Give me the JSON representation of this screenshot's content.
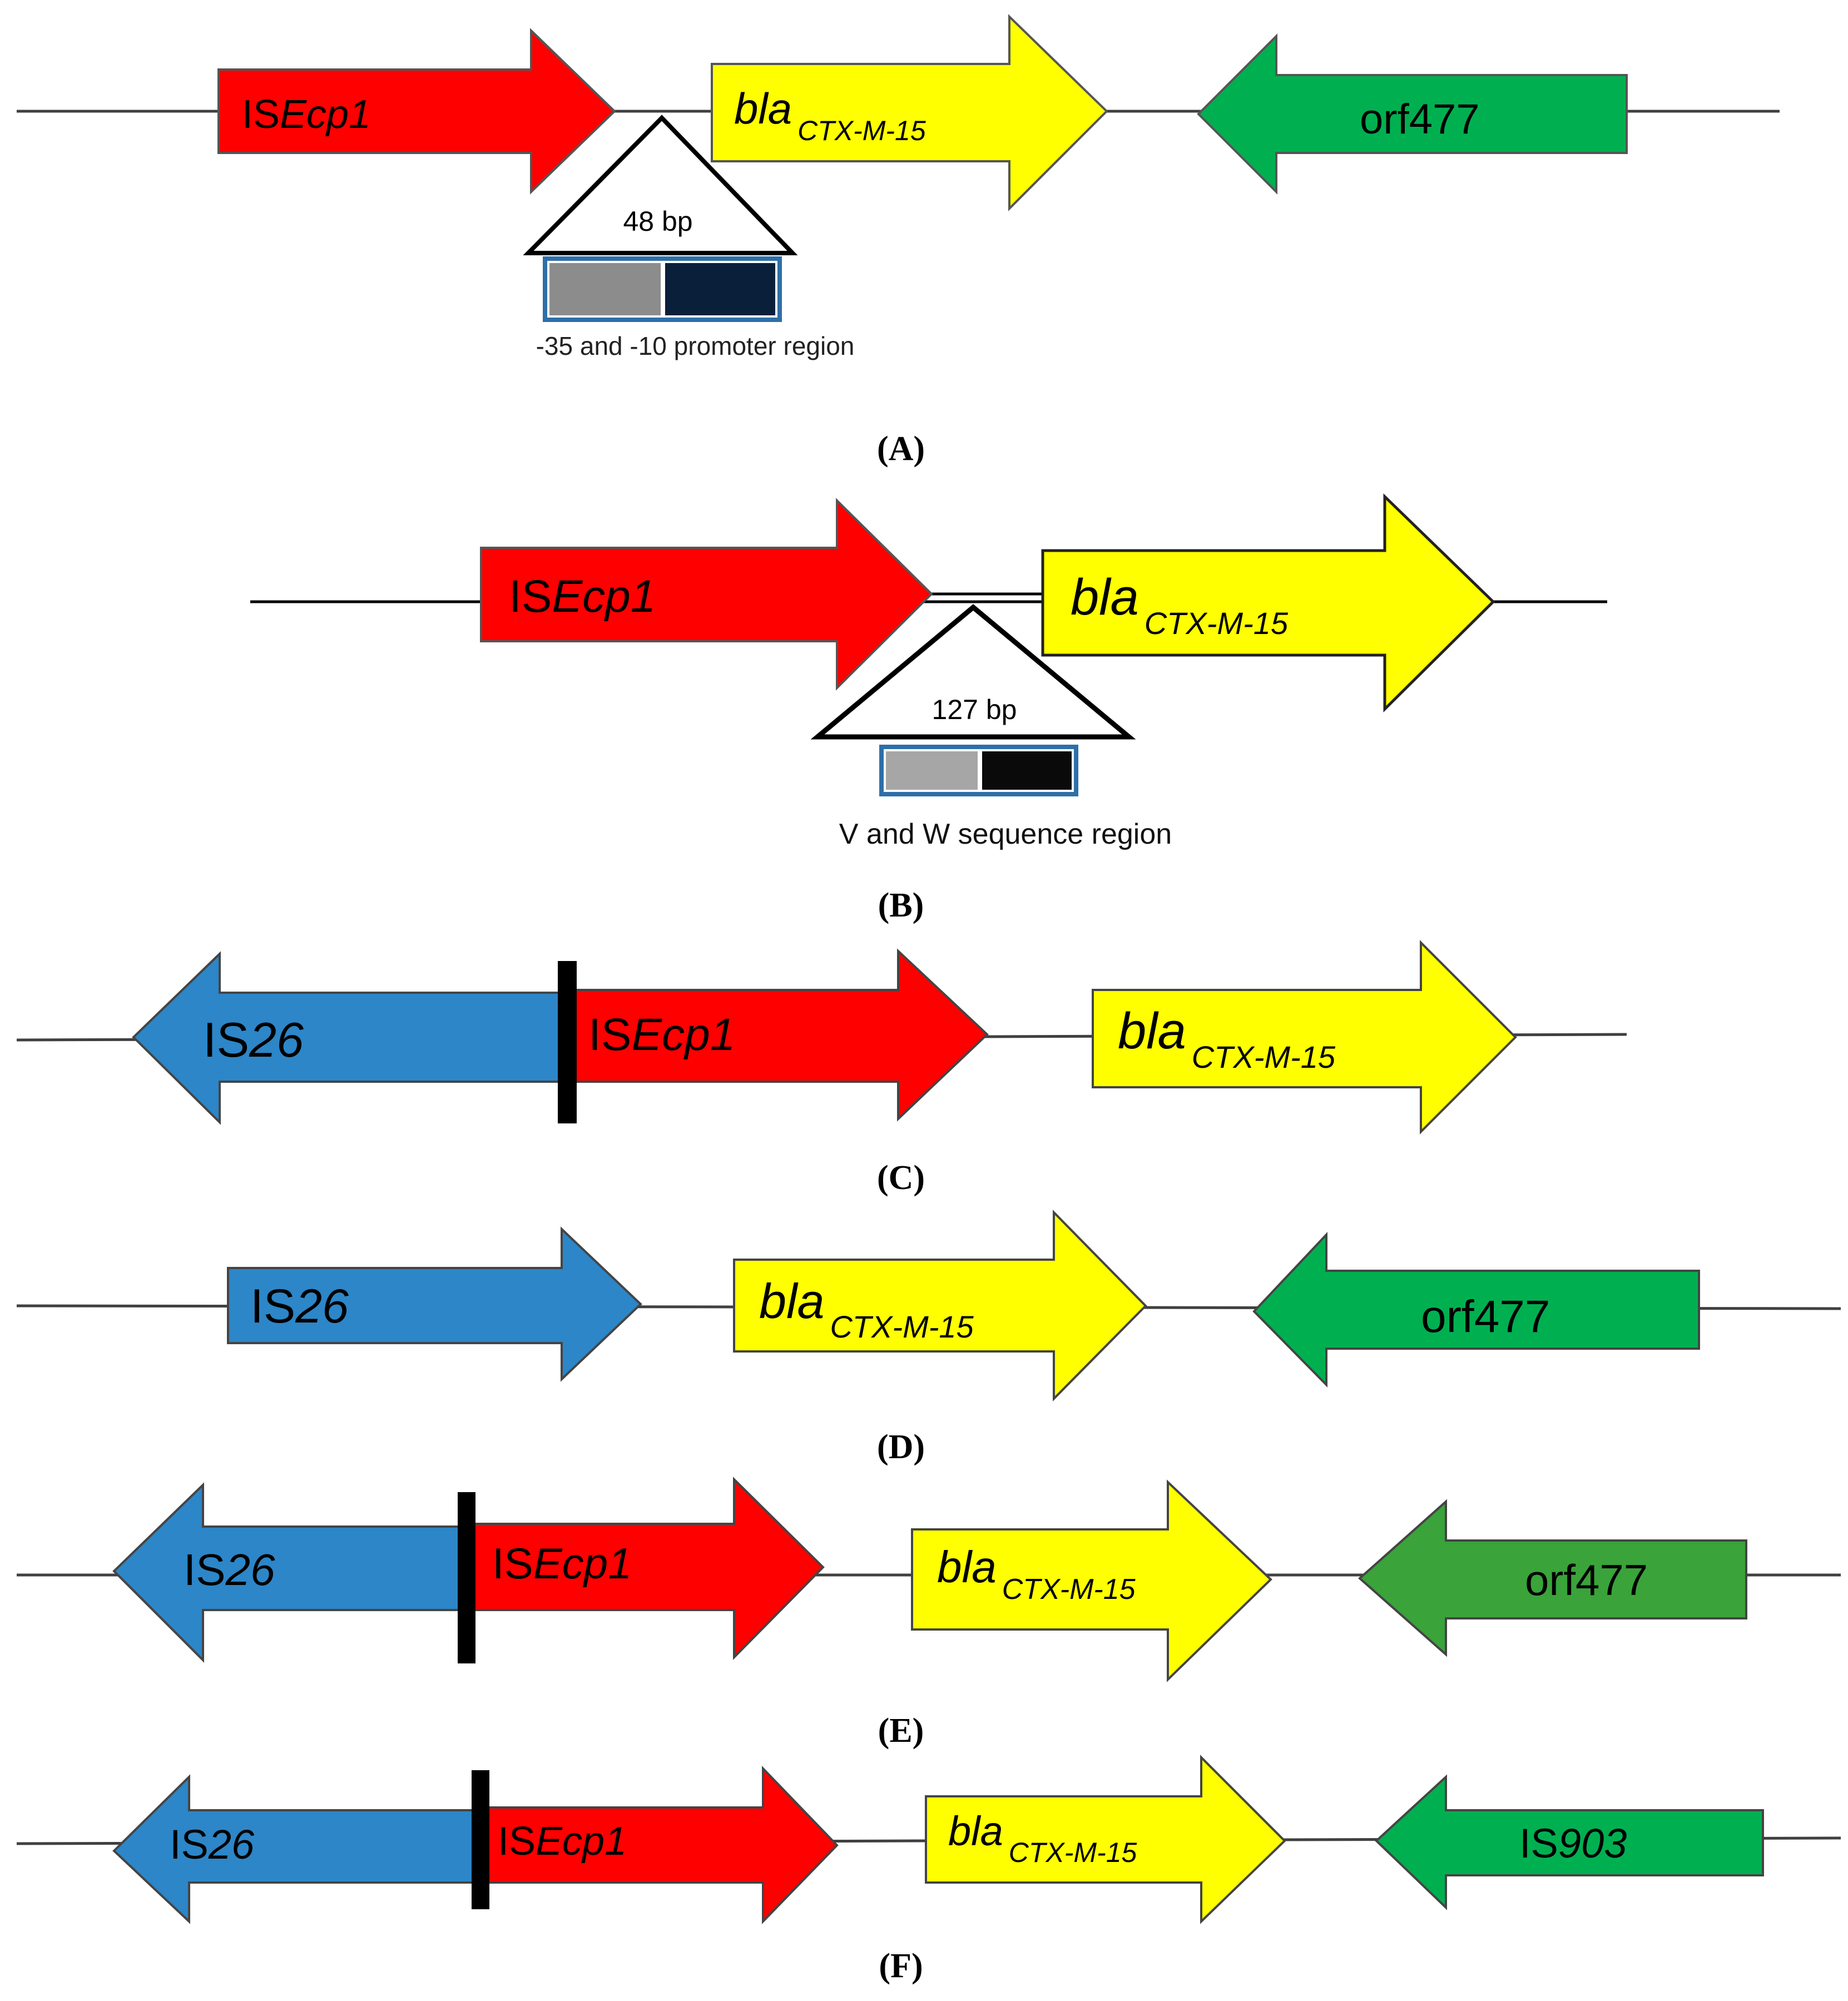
{
  "colors": {
    "isecp1": "#ff0000",
    "bla": "#ffff00",
    "orf477": "#00b050",
    "orf477_dark": "#3aa33a",
    "is26": "#2c86c8",
    "backbone": "#404040",
    "junction": "#000000",
    "promoter_gray": "#8c8c8c",
    "promoter_dark": "#0a1f3a",
    "promoter_border": "#2e6fa8"
  },
  "genes": {
    "isecp1_prefix": "IS",
    "isecp1_suffix": "Ecp1",
    "bla_base": "bla",
    "bla_sub": "CTX-M-15",
    "orf477": "orf477",
    "is26_prefix": "IS",
    "is26_suffix": "26",
    "is903_prefix": "IS",
    "is903_suffix": "903"
  },
  "panelA": {
    "caption_open": "(",
    "caption_letter": "A",
    "caption_close": ")",
    "insert_size": "48 bp",
    "insert_note": "-35 and -10 promoter region"
  },
  "panelB": {
    "caption_open": "(",
    "caption_letter": "B",
    "caption_close": ")",
    "insert_size": "127 bp",
    "insert_note": "V and W sequence region"
  },
  "panelC": {
    "caption_open": "(",
    "caption_letter": "C",
    "caption_close": ")"
  },
  "panelD": {
    "caption_open": "(",
    "caption_letter": "D",
    "caption_close": ")"
  },
  "panelE": {
    "caption_open": "(",
    "caption_letter": "E",
    "caption_close": ")"
  },
  "panelF": {
    "caption_open": "(",
    "caption_letter": "F",
    "caption_close": ")"
  }
}
